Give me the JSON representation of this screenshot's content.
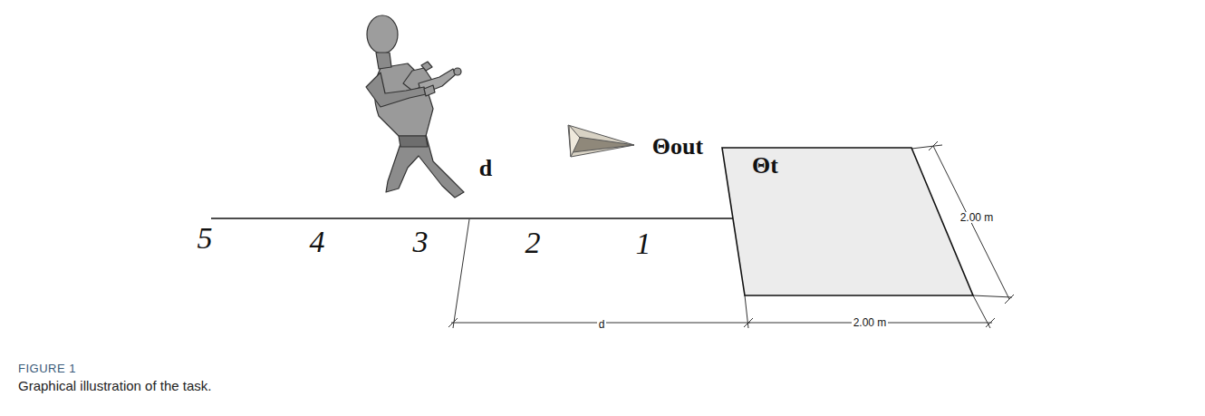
{
  "diagram": {
    "caption": "Graphical illustration of the task.",
    "nodes": [
      {
        "text": [
          "Θt"
        ]
      }
    ],
    "edges": [],
    "labels": [
      "5",
      "4",
      "3",
      "2",
      "1",
      "d",
      "Θout",
      "d",
      "2.00 m",
      "2.00 m",
      "FIGURE 1"
    ]
  }
}
